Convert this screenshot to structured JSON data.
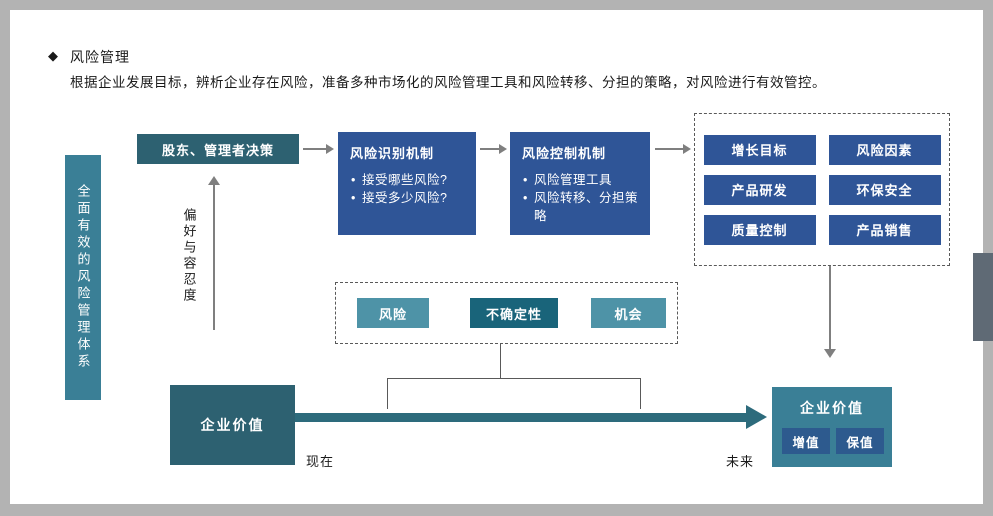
{
  "slide": {
    "bullet_icon": "◆",
    "title": "风险管理",
    "description": "根据企业发展目标，辨析企业存在风险，准备多种市场化的风险管理工具和风险转移、分担的策略，对风险进行有效管控。"
  },
  "diagram": {
    "side_banner": "全面有效的风险管理体系",
    "decision_box": "股东、管理者决策",
    "preference_label": "偏好与容忍度",
    "identify": {
      "title": "风险识别机制",
      "bullets": [
        "接受哪些风险?",
        "接受多少风险?"
      ]
    },
    "control": {
      "title": "风险控制机制",
      "bullets": [
        "风险管理工具",
        "风险转移、分担策略"
      ]
    },
    "targets": [
      "增长目标",
      "风险因素",
      "产品研发",
      "环保安全",
      "质量控制",
      "产品销售"
    ],
    "factors": [
      "风险",
      "不确定性",
      "机会"
    ],
    "value_now": "企业价值",
    "value_future": {
      "title": "企业价值",
      "chips": [
        "增值",
        "保值"
      ]
    },
    "labels": {
      "now": "现在",
      "future": "未来"
    }
  },
  "colors": {
    "canvas_gray": "#b3b3b3",
    "teal": "#3a7f96",
    "dark_teal": "#2d6171",
    "blue": "#2f5597",
    "factor_teal": "#4e93a7",
    "factor_dark_teal": "#19647a",
    "timeline_teal": "#2d6b7c",
    "chip_blue": "#2d5a8e",
    "arrow_gray": "#7f7f7f"
  }
}
